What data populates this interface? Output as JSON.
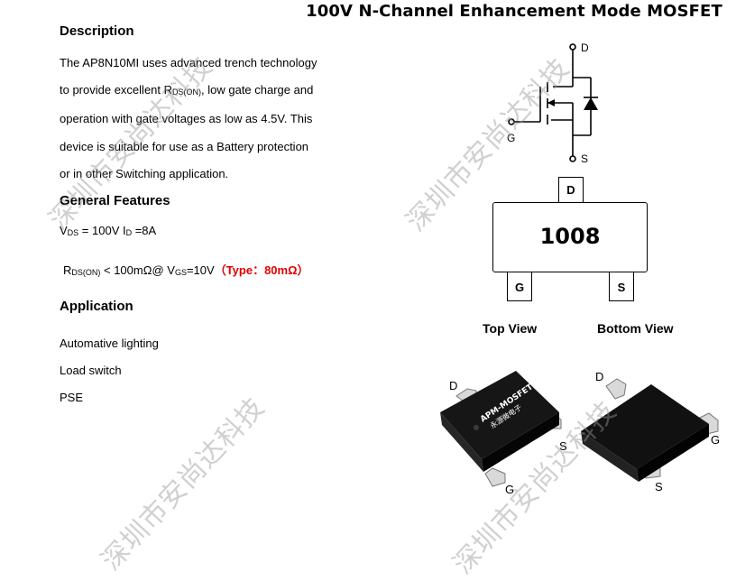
{
  "header": {
    "title": "100V N-Channel Enhancement Mode MOSFET"
  },
  "description": {
    "heading": "Description",
    "line1": "The AP8N10MI uses advanced trench technology",
    "line2_pre": "to provide excellent R",
    "line2_sub": "DS(ON)",
    "line2_post": ", low gate charge and",
    "line3": "operation with gate voltages as low as 4.5V. This",
    "line4": "device is suitable for use as a Battery protection",
    "line5": "or in other Switching application."
  },
  "features": {
    "heading": "General Features",
    "vds_pre": "V",
    "vds_sub": "DS",
    "vds_val": " = 100V  I",
    "id_sub": "D",
    "id_val": " =8A",
    "rds_pre": "R",
    "rds_sub": "DS(ON)",
    "rds_mid": " < 100mΩ@ V",
    "vgs_sub": "GS",
    "rds_post": "=10V",
    "typ": "（Type：80mΩ）"
  },
  "application": {
    "heading": "Application",
    "items": [
      "Automative lighting",
      "Load switch",
      "PSE"
    ]
  },
  "schematic": {
    "drain": "D",
    "gate": "G",
    "source": "S"
  },
  "package": {
    "marking": "1008",
    "pin_top": "D",
    "pin_left": "G",
    "pin_right": "S",
    "top_view_label": "Top View",
    "bottom_view_label": "Bottom View"
  },
  "photo": {
    "left_brand": "APM-MOSFET",
    "left_sub": "永源微电子",
    "left_d": "D",
    "left_s": "S",
    "left_g": "G",
    "right_d": "D",
    "right_g": "G",
    "right_s": "S"
  },
  "watermark": {
    "text": "深圳市安尚达科技"
  }
}
